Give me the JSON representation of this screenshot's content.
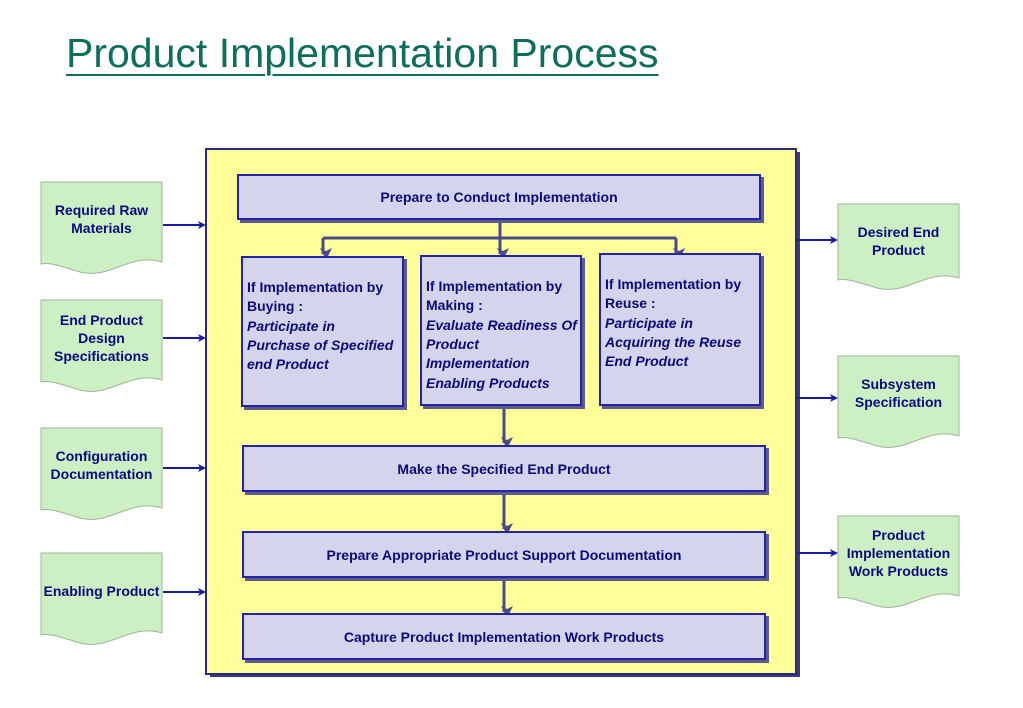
{
  "title": "Product Implementation Process",
  "inputs": [
    {
      "label": "Required Raw Materials"
    },
    {
      "label": "End Product Design Specifications"
    },
    {
      "label": "Configuration Documentation"
    },
    {
      "label": "Enabling Product"
    }
  ],
  "outputs": [
    {
      "label": "Desired End Product"
    },
    {
      "label": "Subsystem Specification"
    },
    {
      "label": "Product Implementation Work Products"
    }
  ],
  "process": {
    "prepare": "Prepare to Conduct Implementation",
    "branches": [
      {
        "head": "If Implementation by Buying :",
        "action": "Participate in Purchase of Specified end Product"
      },
      {
        "head": "If Implementation by Making :",
        "action": "Evaluate Readiness Of Product Implementation Enabling Products"
      },
      {
        "head": "If Implementation by Reuse :",
        "action": "Participate in Acquiring the Reuse End Product"
      }
    ],
    "make": "Make the Specified End Product",
    "support_docs": "Prepare Appropriate Product Support Documentation",
    "capture": "Capture Product Implementation Work Products"
  },
  "colors": {
    "title": "#0e6e5e",
    "panel": "#ffff99",
    "box_fill": "#d4d4ec",
    "doc_fill": "#ccefc4",
    "arrow": "#1a1aa8"
  }
}
